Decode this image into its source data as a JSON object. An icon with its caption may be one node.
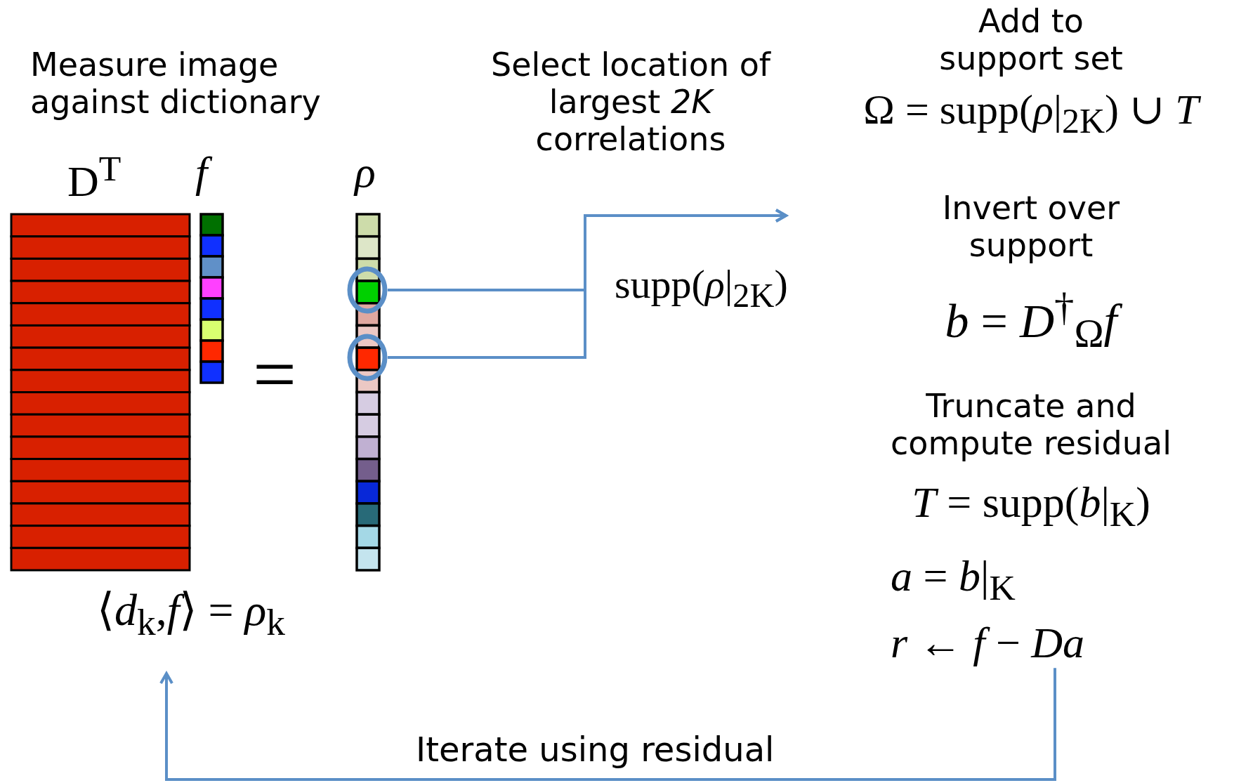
{
  "diagram": {
    "nodes": [
      {
        "text": [],
        "shape": "circle"
      },
      {
        "text": [],
        "shape": "circle"
      },
      {
        "text": [
          "*r* ← *f* − *Da*"
        ]
      },
      {
        "text": [
          "⟨*d*$_{k}$,*f*⟩ = *ρ*$_{k}$"
        ]
      }
    ],
    "edges": [
      {
        "from": 0,
        "to": null,
        "arrow": "to",
        "label": "supp(*ρ*|$_{2K}$)"
      },
      {
        "from": 1,
        "to": null,
        "arrow": "to"
      },
      {
        "from": 2,
        "to": 3,
        "arrow": "to",
        "label": "Iterate using residual"
      }
    ],
    "labels": [
      "Measure image against dictionary",
      "D$^{T}$",
      "*f*",
      "*ρ*",
      "=",
      "Select location of largest *2K* correlations",
      "Add to support set",
      "Ω = supp(*ρ*|$_{2K}$) ∪ *T*",
      "Invert over support",
      "*b* = *D*$^{†}$$_{Ω}$*f*",
      "Truncate and compute residual",
      "*T* = supp(*b*|$_{K}$)",
      "*a* = *b*|$_{K}$"
    ]
  }
}
